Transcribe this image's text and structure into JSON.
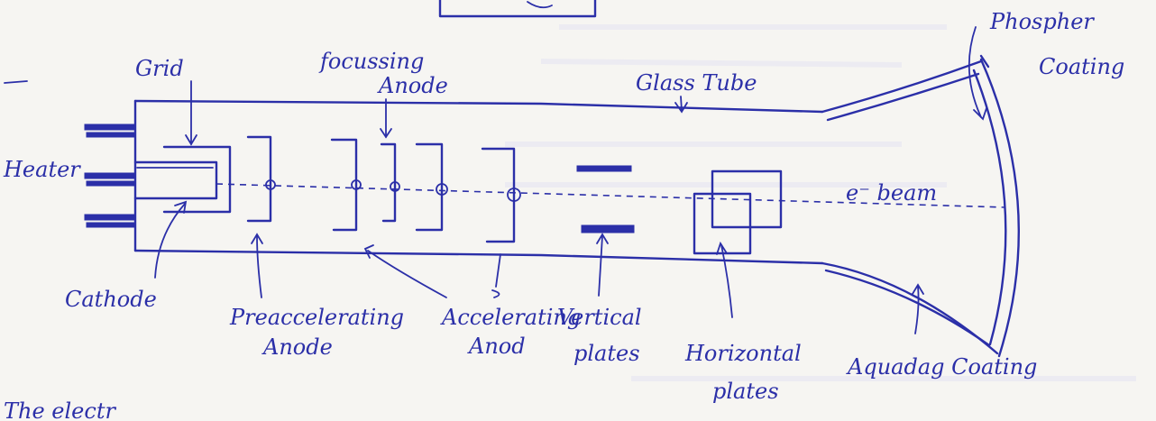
{
  "colors": {
    "ink": "#2b2fa8",
    "paper": "#f6f5f2"
  },
  "labels": {
    "grid": "Grid",
    "focusing_anode_1": "focussing",
    "focusing_anode_2": "Anode",
    "glass_tube": "Glass Tube",
    "phosphor_1": "Phospher",
    "phosphor_2": "Coating",
    "heater": "Heater",
    "beam": "e⁻ beam",
    "cathode": "Cathode",
    "preaccelerating_1": "Preaccelerating",
    "preaccelerating_2": "Anode",
    "accelerating_1": "Accelerating",
    "accelerating_2": "Anod",
    "vertical_1": "Vertical",
    "vertical_2": "plates",
    "horizontal_1": "Horizontal",
    "horizontal_2": "plates",
    "aquadag": "Aquadag Coating",
    "footer": "The electr"
  }
}
